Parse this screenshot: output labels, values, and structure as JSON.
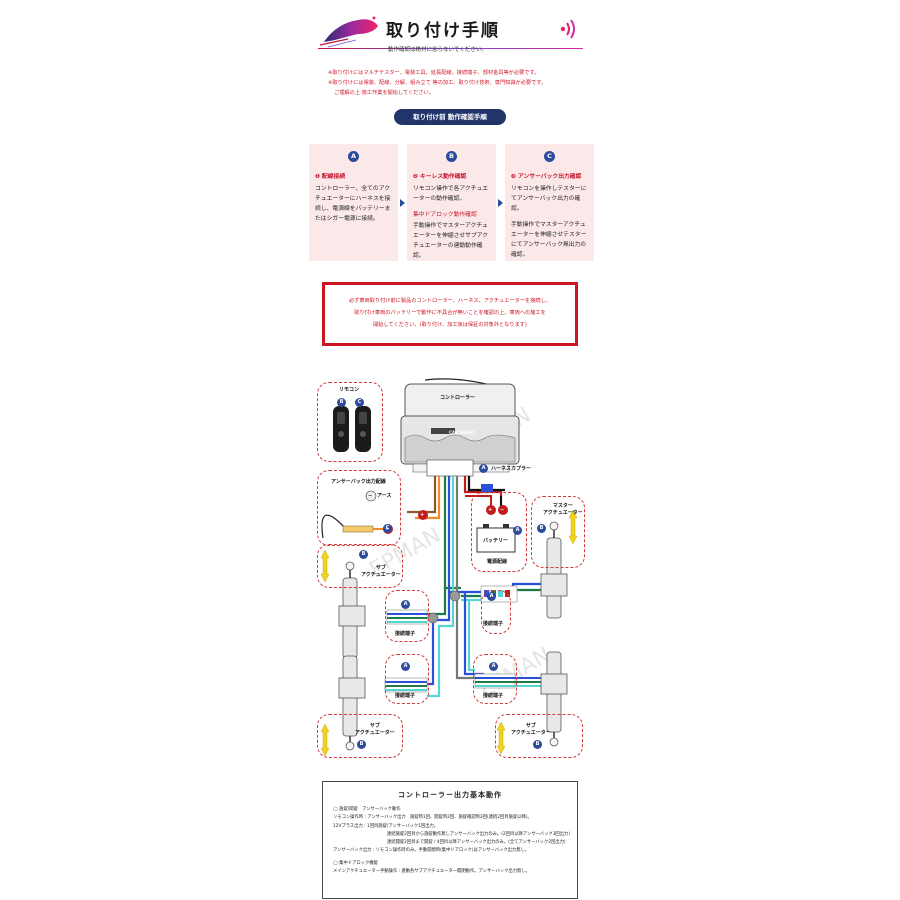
{
  "header": {
    "title": "取り付け手順",
    "subtitle": "動作確認は絶対に怠らないでください。"
  },
  "notes": [
    "※取り付けにはマルチテスター、電装工具、延長配線、接続端子、部材金具等が必要です。",
    "※取り付けには電装、配線、分解、組み立て 等の加工、取り付け技術、専門知識が必要です。",
    "ご理解の上 施工作業を開始してください。"
  ],
  "section_pill": "取り付け前 動作確認手順",
  "steps": [
    {
      "badge": "A",
      "title": "❶ 配線接続",
      "body": "コントローラー、全てのアクチュエーターにハーネスを接続し、電源線をバッテリーまたはシガー電源に接続。"
    },
    {
      "badge": "B",
      "title": "❷ キーレス動作確認",
      "body": "リモコン操作で各アクチュエーターの動作確認。",
      "title2": "集中ドアロック動作確認",
      "body2": "手動操作でマスターアクチュエーターを伸縮させサブアクチュエーターの連動動作確認。"
    },
    {
      "badge": "C",
      "title": "❸ アンサーバック出力確認",
      "body": "リモコンを操作しテスターにてアンサーバック出力の確認。",
      "body2": "手動操作でマスターアクチュエーターを伸縮させテスターにてアンサーバック無出力の確認。"
    }
  ],
  "warning": [
    "必ず車両取り付け前に製品のコントローラー、ハーネス、アクチュエーターを接続し、",
    "取り付け車両のバッテリーで動作に不具合が無いことを確認の上、車両への施工を",
    "開始してください。(取り付け、加工後は保証の対象外となります)"
  ],
  "diagram": {
    "remote_label": "リモコン",
    "controller_label": "コントローラー",
    "brand_label": "CAR SMART",
    "harness_label": "ハーネスカプラー",
    "answerback_label": "アンサーバック出力配線",
    "earth_label": "アース",
    "battery_label": "バッテリー",
    "power_label": "電源配線",
    "master_label": "マスター\nアクチュエーター",
    "sub_label": "サブ\nアクチュエーター",
    "connector_label": "接続端子",
    "badge_a": "A",
    "badge_b": "B",
    "badge_c": "C",
    "plus": "+",
    "minus": "−"
  },
  "spec": {
    "title": "コントローラー出力基本動作",
    "lines": [
      "◯ 施錠/開錠　アンサーバック動作",
      "リモコン操作時 : アンサーバック出力　施錠時1回、開錠時2回、施錠確認時3回(連続2回目施錠以降)。",
      "12Vプラス出力 : 1回目施錠/アンサーバック1回出力。",
      "連続施錠2回目から施錠動作無しアンサーバック出力のみ。(2回目以降アンサーバック3回出力)",
      "連続開錠2回目まで開錠 / 4回目以降アンサーバック出力のみ。(全てアンサーバック2回出力)",
      "アンサーバック出力 : リモコン操作時のみ。手動開閉時(集中ドアロック)はアンサーバック出力無し。",
      "◯ 集中ドアロック機能",
      "メインアクチュエーター手動操作 : 連動各サブアクチュエーター開閉動作。アンサーバック出力無し。"
    ]
  }
}
